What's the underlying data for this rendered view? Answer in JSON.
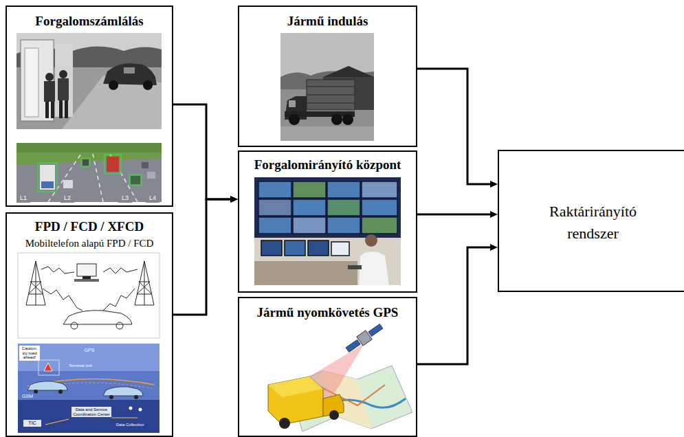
{
  "diagram": {
    "nodes": [
      {
        "text": [
          "Forgalomszámlálás"
        ]
      },
      {
        "text": [
          "FPD / FCD / XFCD",
          "Mobiltelefon alapú FPD / FCD"
        ]
      },
      {
        "text": [
          "Jármű indulás"
        ]
      },
      {
        "text": [
          "Forgalomirányító központ"
        ]
      },
      {
        "text": [
          "Jármű nyomkövetés GPS"
        ]
      },
      {
        "text": [
          "Raktárirányító rendszer"
        ]
      }
    ],
    "edges": [
      {
        "from": 0,
        "to": 3,
        "arrow": "to"
      },
      {
        "from": 1,
        "to": 3,
        "arrow": "to"
      },
      {
        "from": 2,
        "to": 5,
        "arrow": "to"
      },
      {
        "from": 3,
        "to": 5,
        "arrow": "to"
      },
      {
        "from": 4,
        "to": 5,
        "arrow": "to"
      }
    ],
    "labels": [
      "L1",
      "L2",
      "L3",
      "L4",
      "Caution, icy road ahead!",
      "GPS",
      "Terminal unit",
      "GSM",
      "Data Collection",
      "Data and Service Coordination Center",
      "TIC"
    ]
  }
}
